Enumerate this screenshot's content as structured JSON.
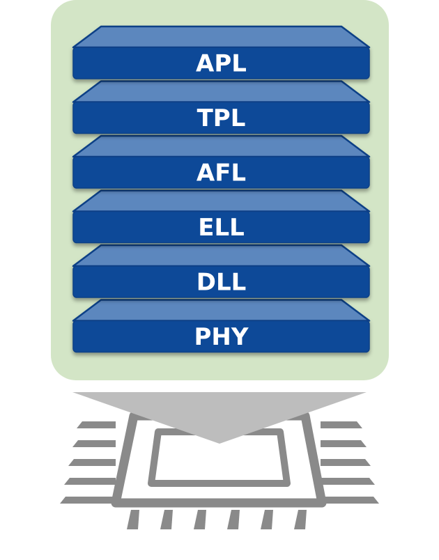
{
  "layers": [
    {
      "label": "APL"
    },
    {
      "label": "TPL"
    },
    {
      "label": "AFL"
    },
    {
      "label": "ELL"
    },
    {
      "label": "DLL"
    },
    {
      "label": "PHY"
    }
  ],
  "colors": {
    "panel_fill": "#d3e5c6",
    "layer_front": "#0c4a98",
    "layer_top": "#5b87be",
    "layer_outline": "#0a3f86",
    "layer_label": "#ffffff",
    "arrow": "#bdbdbd",
    "chip_outline": "#8a8a8a"
  }
}
